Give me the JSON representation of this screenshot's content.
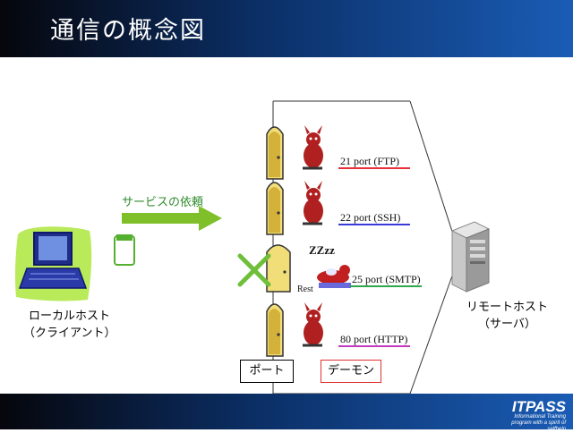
{
  "slide": {
    "title": "通信の概念図"
  },
  "local_host": {
    "label_line1": "ローカルホスト",
    "label_line2": "（クライアント）"
  },
  "remote_host": {
    "label_line1": "リモートホスト",
    "label_line2": "（サーバ）"
  },
  "request": {
    "label": "サービスの依頼"
  },
  "ports": [
    {
      "label": "21 port (FTP)",
      "underline_color": "#e8303a",
      "status": "active"
    },
    {
      "label": "22 port (SSH)",
      "underline_color": "#3a3ad8",
      "status": "active"
    },
    {
      "label": "25 port (SMTP)",
      "underline_color": "#2fa84a",
      "status": "rest"
    },
    {
      "label": "80 port (HTTP)",
      "underline_color": "#c23ac2",
      "status": "active"
    }
  ],
  "rest": {
    "label": "Rest",
    "snore": "ZZzz"
  },
  "legend": {
    "port_label": "ポート",
    "daemon_label": "デーモン",
    "port_border": "#000000",
    "daemon_border": "#e03030"
  },
  "logo": {
    "name": "ITPASS",
    "tagline": "Informational Training program with a spirit of selfhelp"
  }
}
